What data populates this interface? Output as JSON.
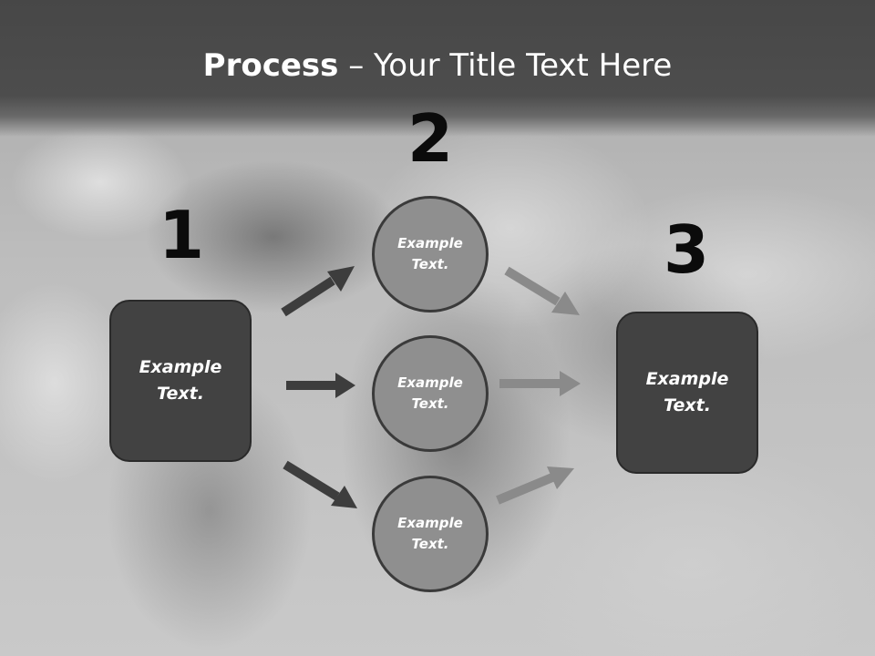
{
  "title": {
    "bold": "Process",
    "separator": " – ",
    "rest": "Your Title Text Here"
  },
  "steps": {
    "one": {
      "number": "1",
      "box_text": "Example Text."
    },
    "two": {
      "number": "2",
      "circles": [
        {
          "text": "Example Text."
        },
        {
          "text": "Example Text."
        },
        {
          "text": "Example Text."
        }
      ]
    },
    "three": {
      "number": "3",
      "box_text": "Example Text."
    }
  },
  "colors": {
    "box_fill": "#424242",
    "circle_fill": "#8f8f8f",
    "arrow_dark": "#3d3d3d",
    "arrow_light": "#8a8a8a",
    "title_band": "#474747"
  }
}
